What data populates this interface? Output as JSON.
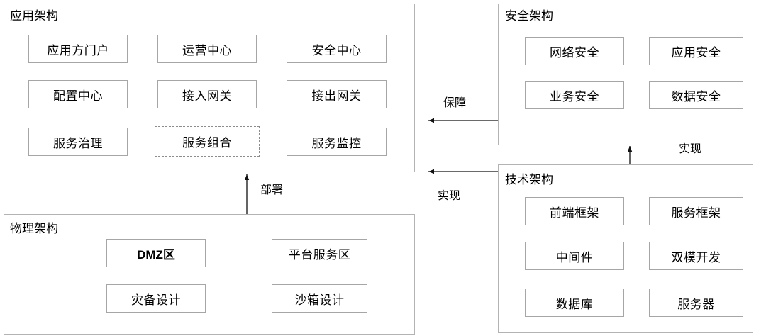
{
  "diagram": {
    "title_visible": false,
    "stroke_color": "#a6a6a6",
    "container_stroke_color": "#b3b3b3",
    "text_color": "#000000",
    "background": "#ffffff"
  },
  "groups": {
    "application": {
      "title": "应用架构",
      "nodes": [
        {
          "label": "应用方门户",
          "style": "solid"
        },
        {
          "label": "运营中心",
          "style": "solid"
        },
        {
          "label": "安全中心",
          "style": "solid"
        },
        {
          "label": "配置中心",
          "style": "solid"
        },
        {
          "label": "接入网关",
          "style": "solid"
        },
        {
          "label": "接出网关",
          "style": "solid"
        },
        {
          "label": "服务治理",
          "style": "solid"
        },
        {
          "label": "服务组合",
          "style": "dashed"
        },
        {
          "label": "服务监控",
          "style": "solid"
        }
      ]
    },
    "security": {
      "title": "安全架构",
      "nodes": [
        {
          "label": "网络安全",
          "style": "solid"
        },
        {
          "label": "应用安全",
          "style": "solid"
        },
        {
          "label": "业务安全",
          "style": "solid"
        },
        {
          "label": "数据安全",
          "style": "solid"
        }
      ]
    },
    "technical": {
      "title": "技术架构",
      "nodes": [
        {
          "label": "前端框架",
          "style": "solid"
        },
        {
          "label": "服务框架",
          "style": "solid"
        },
        {
          "label": "中间件",
          "style": "solid"
        },
        {
          "label": "双模开发",
          "style": "solid"
        },
        {
          "label": "数据库",
          "style": "solid"
        },
        {
          "label": "服务器",
          "style": "solid"
        }
      ]
    },
    "physical": {
      "title": "物理架构",
      "nodes": [
        {
          "label": "DMZ区",
          "style": "bold"
        },
        {
          "label": "平台服务区",
          "style": "solid"
        },
        {
          "label": "灾备设计",
          "style": "solid"
        },
        {
          "label": "沙箱设计",
          "style": "solid"
        }
      ]
    }
  },
  "edges": [
    {
      "label": "保障",
      "from": "security",
      "to": "application",
      "direction": "left"
    },
    {
      "label": "实现",
      "from": "technical",
      "to": "application",
      "direction": "left"
    },
    {
      "label": "实现",
      "from": "technical",
      "to": "security",
      "direction": "up"
    },
    {
      "label": "部署",
      "from": "physical",
      "to": "application",
      "direction": "up"
    }
  ]
}
